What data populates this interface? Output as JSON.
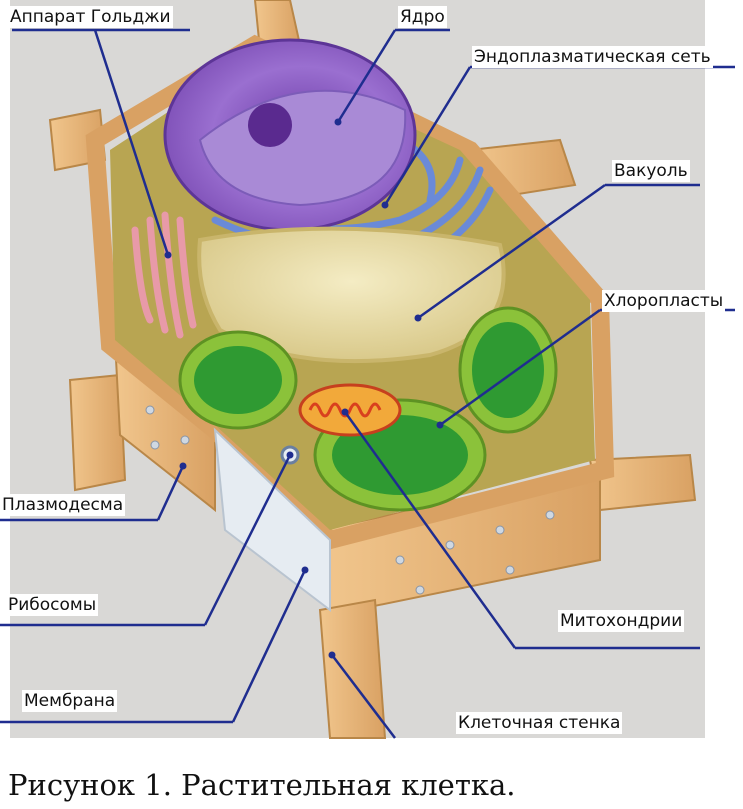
{
  "labels": {
    "golgi": "Аппарат Гольджи",
    "nucleus": "Ядро",
    "er": "Эндоплазматическая сеть",
    "vacuole": "Вакуоль",
    "chloroplasts": "Хлоропласты",
    "plasmodesma": "Плазмодесма",
    "ribosomes": "Рибосомы",
    "mitochondria": "Митохондрии",
    "membrane": "Мембрана",
    "cell_wall": "Клеточная стенка"
  },
  "caption": "Рисунок 1. Растительная клетка.",
  "colors": {
    "background": "#d9d8d6",
    "cell_wall": "#e8b77c",
    "cytoplasm": "#b8a552",
    "nucleus": "#8d5bc0",
    "nucleolus": "#5a2a8f",
    "er": "#6a8ad8",
    "golgi": "#e89aa8",
    "vacuole": "#ecdfa0",
    "chloroplast": "#79b832",
    "thylakoid": "#2f9a32",
    "mitochondrion": "#f2a93a",
    "leader_line": "#1f2d8f"
  }
}
